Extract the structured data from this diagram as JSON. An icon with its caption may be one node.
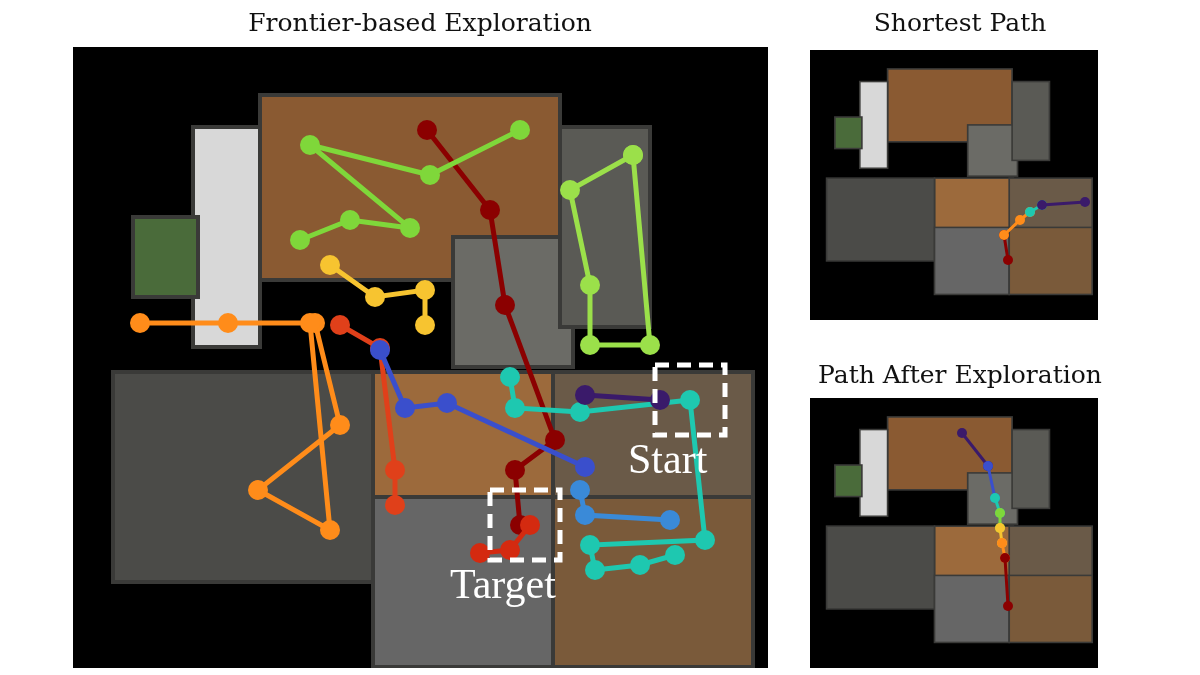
{
  "diagram": {
    "labels": [
      "Frontier-based Exploration",
      "Shortest Path",
      "Path After Exploration",
      "Start",
      "Target"
    ]
  }
}
